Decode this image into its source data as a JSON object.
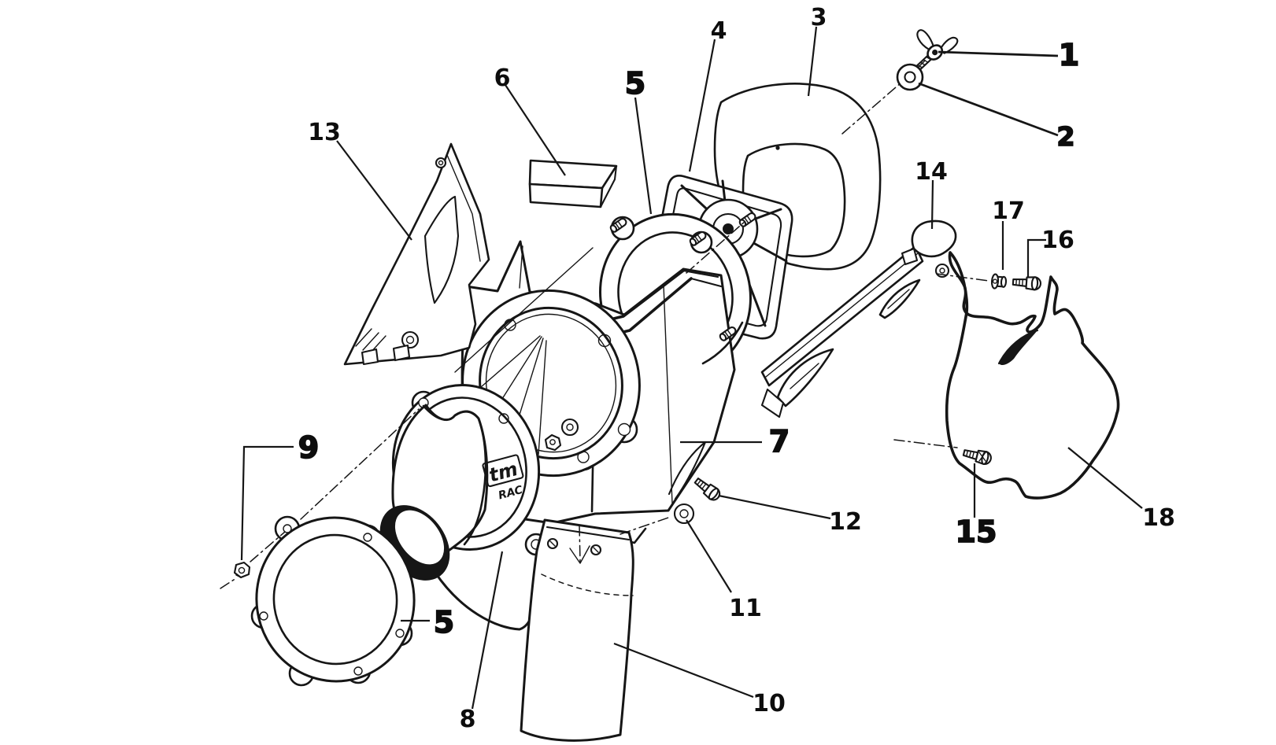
{
  "canvas": {
    "background": "#ffffff",
    "ink": "#161616"
  },
  "logo": {
    "line1": "tm",
    "line2": "RAC"
  },
  "callouts": [
    {
      "label": "1",
      "style": "heavy"
    },
    {
      "label": "2",
      "style": "heavy"
    },
    {
      "label": "3",
      "style": "normal"
    },
    {
      "label": "4",
      "style": "normal"
    },
    {
      "label": "5",
      "style": "heavy"
    },
    {
      "label": "6",
      "style": "normal"
    },
    {
      "label": "7",
      "style": "heavy"
    },
    {
      "label": "8",
      "style": "normal"
    },
    {
      "label": "9",
      "style": "heavy"
    },
    {
      "label": "5",
      "style": "heavy"
    },
    {
      "label": "10",
      "style": "normal"
    },
    {
      "label": "11",
      "style": "normal"
    },
    {
      "label": "12",
      "style": "normal"
    },
    {
      "label": "13",
      "style": "normal"
    },
    {
      "label": "14",
      "style": "normal"
    },
    {
      "label": "15",
      "style": "heavy"
    },
    {
      "label": "16",
      "style": "normal"
    },
    {
      "label": "17",
      "style": "normal"
    },
    {
      "label": "18",
      "style": "normal"
    }
  ]
}
